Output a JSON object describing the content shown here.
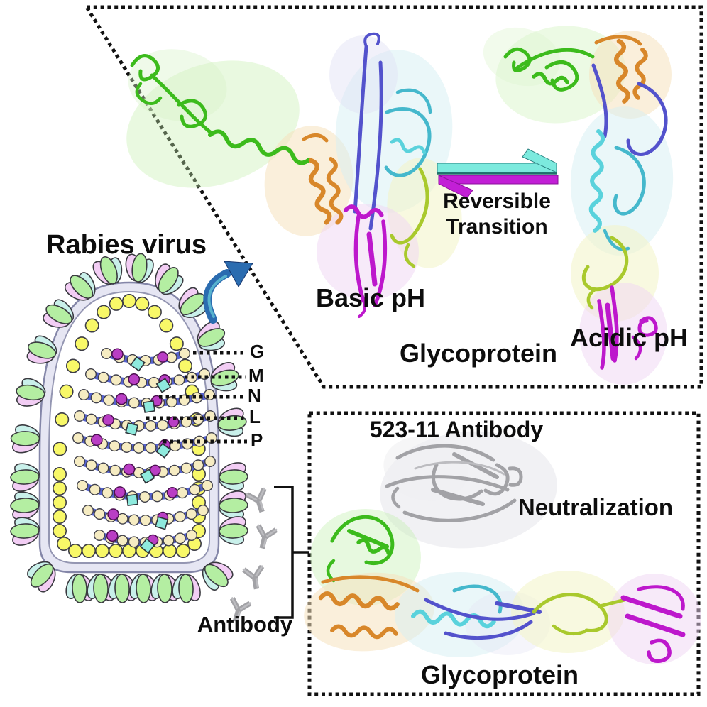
{
  "virus": {
    "label": "Rabies virus",
    "protein_labels": [
      "G",
      "M",
      "N",
      "L",
      "P"
    ],
    "antibody_label": "Antibody"
  },
  "top_panel": {
    "basic_ph_label": "Basic pH",
    "glycoprotein_label": "Glycoprotein",
    "acidic_ph_label": "Acidic pH",
    "transition_line1": "Reversible",
    "transition_line2": "Transition"
  },
  "bottom_panel": {
    "antibody_title": "523-11 Antibody",
    "neutralization_label": "Neutralization",
    "glycoprotein_label": "Glycoprotein"
  },
  "colors": {
    "border_black": "#111111",
    "ribbon_green": "#3cbb1c",
    "ribbon_orange": "#d8872a",
    "ribbon_blue": "#5352cc",
    "ribbon_cyan": "#45b8cc",
    "ribbon_cyan_light": "#5ad2dc",
    "ribbon_yellow_green": "#a9c92d",
    "ribbon_magenta": "#bd18cc",
    "antibody_gray": "#a2a2a6",
    "antibody_gray_light": "#bcbcc0",
    "spike_green": "#b4eea2",
    "spike_pink": "#f2cdf4",
    "spike_cyan": "#c9f0ea",
    "bead_yellow": "#f8f868",
    "bead_cream": "#f6ecc2",
    "nucleo_blue": "#4350c8",
    "nucleo_magenta": "#b93ec4",
    "nucleo_cyan": "#8eeadd",
    "envelope_lavender": "#e6e6f3",
    "arrow_cyan": "#7ceade",
    "arrow_magenta": "#c21fd6",
    "curved_arrow_blue": "#2b6cb0"
  }
}
